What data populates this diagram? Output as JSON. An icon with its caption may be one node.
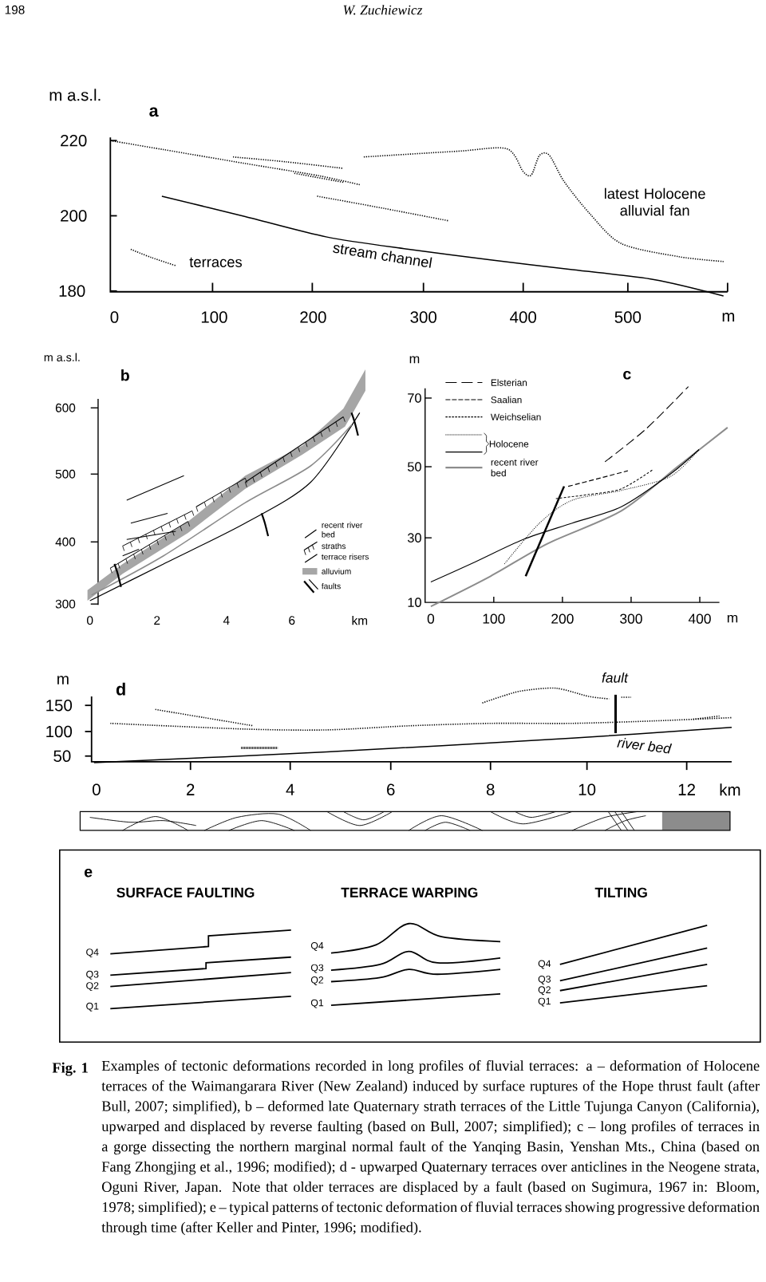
{
  "diagram": {
    "caption": "Examples of tectonic deformations recorded in long profiles of fluvial terraces: a – deformation of Holocene terraces of the Waimangarara River (New Zealand) induced by surface ruptures of the Hope thrust fault (after Bull, 2007; simplified), b – deformed late Quaternary strath terraces of the Little Tujunga Canyon (California), upwarped and displaced by reverse faulting (based on Bull, 2007; simplified); c – long profiles of terraces in a gorge dissecting the northern marginal normal fault of the Yanqing Basin, Yenshan Mts., China (based on Fang Zhongjing et al., 1996; modified); d - upwarped Quaternary terraces over anticlines in the Neogene strata, Oguni River, Japan. Note that older terraces are displaced by a fault (based on Sugimura, 1967 in: Bloom, 1978; simplified); e – typical patterns of tectonic deformation of fluvial terraces showing progressive deformation through time (after Keller and Pinter, 1996; modified).",
    "labels": [
      "198",
      "W. Zuchiewicz",
      "m a.s.l.",
      "a",
      "220",
      "200",
      "180",
      "0",
      "100",
      "200",
      "300",
      "400",
      "500",
      "m",
      "latest Holocene alluvial fan",
      "terraces",
      "stream channel",
      "m a.s.l.",
      "b",
      "600",
      "500",
      "400",
      "300",
      "0",
      "2",
      "4",
      "6",
      "km",
      "m",
      "c",
      "70",
      "50",
      "30",
      "10",
      "0",
      "100",
      "200",
      "300",
      "400",
      "m",
      "m",
      "d",
      "150",
      "100",
      "50",
      "0",
      "2",
      "4",
      "6",
      "8",
      "10",
      "12",
      "km",
      "fault",
      "river bed",
      "e",
      "SURFACE FAULTING",
      "TERRACE WARPING",
      "TILTING",
      "Q4",
      "Q3",
      "Q2",
      "Q1",
      "Q4",
      "Q3",
      "Q2",
      "Q1",
      "Q4",
      "Q3",
      "Q2",
      "Q1",
      "Fig. 1"
    ],
    "legend": [
      {
        "text": "recent river bed"
      },
      {
        "text": "straths"
      },
      {
        "text": "terrace risers"
      },
      {
        "text": "alluvium",
        "color": "#a6a6a6"
      },
      {
        "text": "faults"
      },
      {
        "text": "Elsterian"
      },
      {
        "text": "Saalian"
      },
      {
        "text": "Weichselian"
      },
      {
        "text": "Holocene"
      },
      {
        "text": "recent river bed"
      }
    ]
  }
}
